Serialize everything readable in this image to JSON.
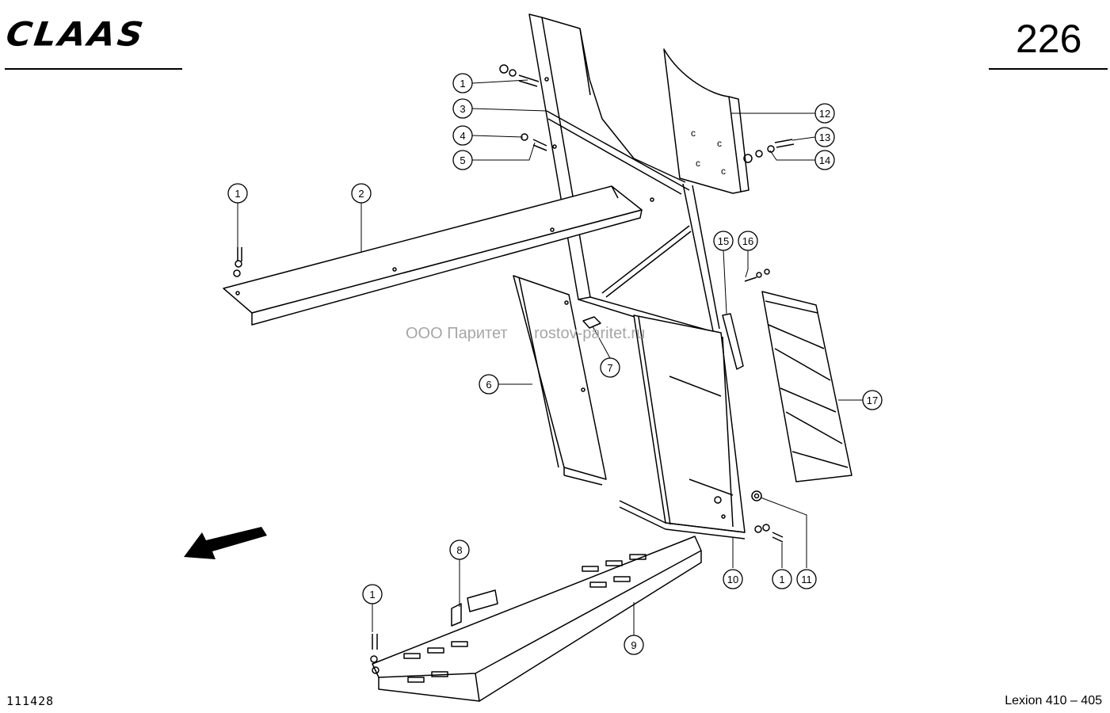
{
  "header": {
    "brand": "CLAAS",
    "page_number": "226"
  },
  "footer": {
    "drawing_id": "111428",
    "model": "Lexion 410 – 405"
  },
  "watermark": {
    "company": "ООО Паритет",
    "site": "rostov-paritet.ru"
  },
  "callouts": {
    "c1a": "1",
    "c3": "3",
    "c4": "4",
    "c5": "5",
    "c1b": "1",
    "c2": "2",
    "c12": "12",
    "c13": "13",
    "c14": "14",
    "c15": "15",
    "c16": "16",
    "c6": "6",
    "c7": "7",
    "c17": "17",
    "c8": "8",
    "c1c": "1",
    "c9": "9",
    "c10": "10",
    "c1d": "1",
    "c11": "11"
  },
  "icons": {
    "direction": "direction-arrow-icon"
  }
}
